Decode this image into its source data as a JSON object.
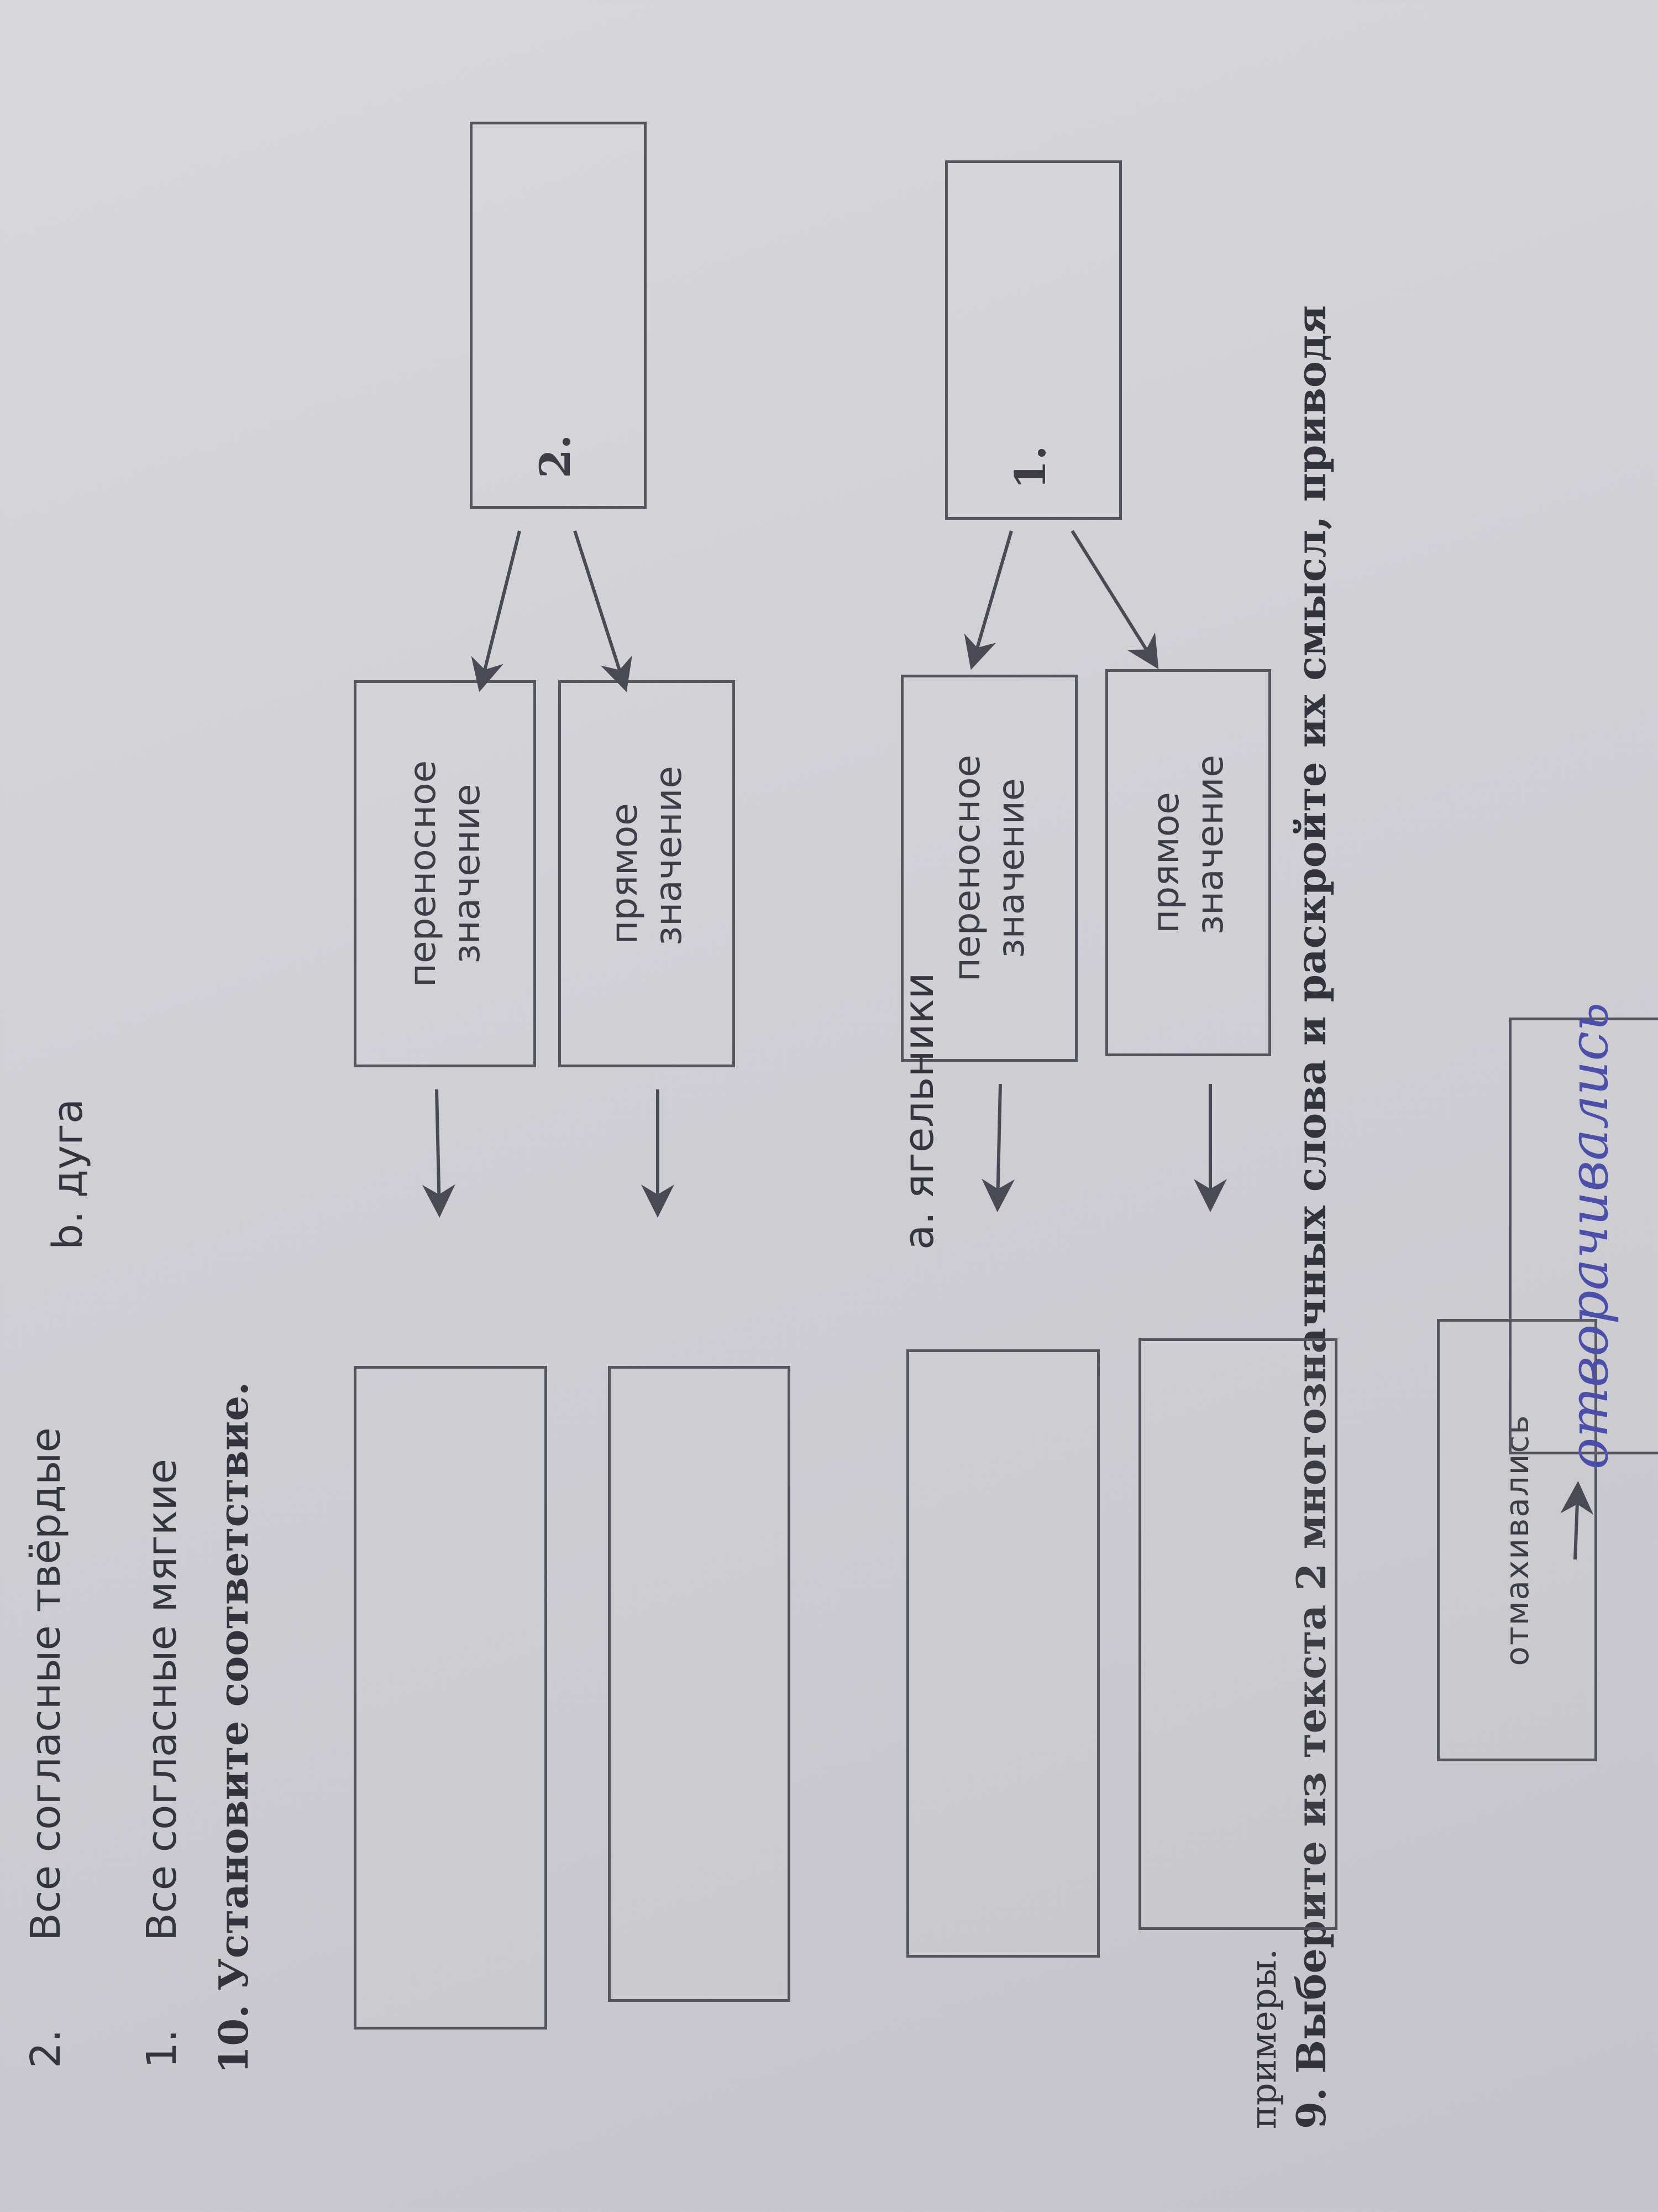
{
  "top_row": {
    "left_box": "отмахивались",
    "right_box_handwritten": "отворачивались"
  },
  "task9": {
    "title": "9. Выберите из текста 2 многозначных слова и раскройте их смысл, приводя",
    "title_cont": "примеры.",
    "word1": "1.",
    "word2": "2.",
    "direct": "прямое значение",
    "figurative": "переносное значение"
  },
  "task10": {
    "title": "10. Установите соответствие.",
    "item1_num": "1.",
    "item1": "Все согласные  мягкие",
    "item2_num": "2.",
    "item2": "Все согласные  твёрдые",
    "answer_a": "а. ягельники",
    "answer_b": "b. дуга"
  },
  "colors": {
    "ink": "#3a3a44",
    "handwriting": "#4b4fa8",
    "paper": "#d2d2d7"
  }
}
